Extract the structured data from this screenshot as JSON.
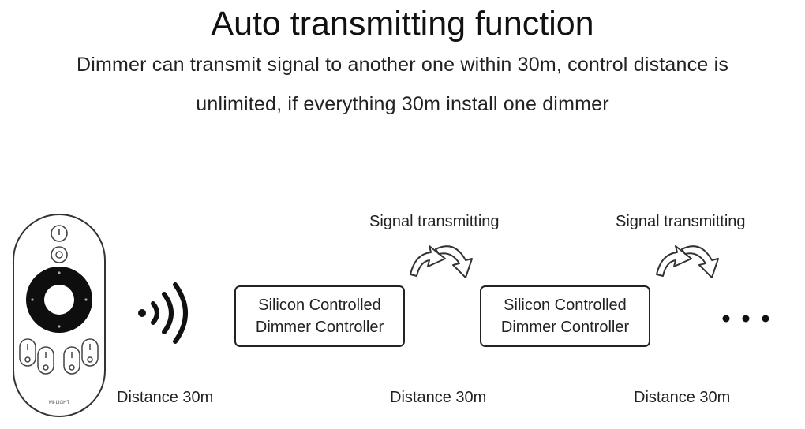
{
  "header": {
    "title": "Auto transmitting function",
    "description_line1": "Dimmer can transmit signal to another one  within 30m, control distance is",
    "description_line2": "unlimited, if everything 30m install one dimmer"
  },
  "diagram": {
    "signal_label_1": "Signal transmitting",
    "signal_label_2": "Signal transmitting",
    "box1": {
      "line1": "Silicon Controlled",
      "line2": "Dimmer Controller"
    },
    "box2": {
      "line1": "Silicon Controlled",
      "line2": "Dimmer Controller"
    },
    "distance_1": "Distance 30m",
    "distance_2": "Distance 30m",
    "distance_3": "Distance 30m",
    "remote_brand": "MI·LIGHT"
  },
  "icons": [
    "remote-control-icon",
    "wireless-signal-icon",
    "curved-arrow-icon",
    "ellipsis-icon"
  ],
  "colors": {
    "line": "#222222",
    "background": "#ffffff"
  }
}
